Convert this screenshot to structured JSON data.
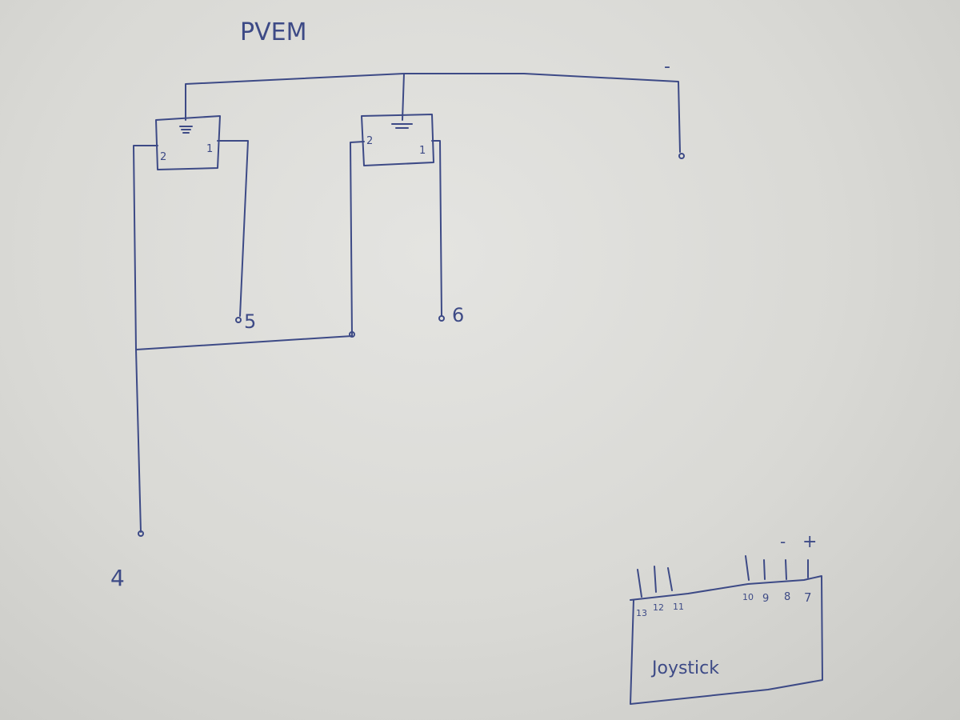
{
  "title": "PVEM",
  "colors": {
    "ink": "#3d4a86",
    "paper": "#e0e0dc"
  },
  "top_rail_label": "-",
  "relays": [
    {
      "pin_left": "2",
      "pin_right": "1"
    },
    {
      "pin_left": "2",
      "pin_right": "1"
    }
  ],
  "terminals": {
    "t4": "4",
    "t5": "5",
    "t6": "6"
  },
  "joystick": {
    "label": "Joystick",
    "pins": [
      "13",
      "12",
      "11",
      "10",
      "9",
      "8",
      "7"
    ],
    "minus": "-",
    "plus": "+"
  }
}
